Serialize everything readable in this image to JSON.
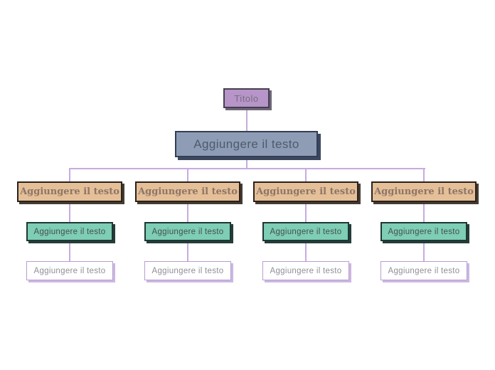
{
  "diagram": {
    "type": "org-chart",
    "root": {
      "label": "Titolo"
    },
    "level2": {
      "label": "Aggiungere il testo"
    },
    "branches": [
      {
        "l3": "Aggiungere il testo",
        "l4": "Aggiungere il testo",
        "l5": "Aggiungere il testo"
      },
      {
        "l3": "Aggiungere il testo",
        "l4": "Aggiungere il testo",
        "l5": "Aggiungere il testo"
      },
      {
        "l3": "Aggiungere il testo",
        "l4": "Aggiungere il testo",
        "l5": "Aggiungere il testo"
      },
      {
        "l3": "Aggiungere il testo",
        "l4": "Aggiungere il testo",
        "l5": "Aggiungere il testo"
      }
    ]
  },
  "colors": {
    "root-fill": "#b795c8",
    "root-border": "#453f50",
    "root-shadow": "#6e6678",
    "root-text": "#776d82",
    "l2-fill": "#8e9db5",
    "l2-border": "#333e53",
    "l2-shadow": "#3c4860",
    "l2-text": "#4e5a6d",
    "l3-fill": "#e4bf98",
    "l3-border": "#2b211b",
    "l3-shadow": "#443b33",
    "l3-text": "#8d7566",
    "l4-fill": "#7ecdb5",
    "l4-border": "#1d3833",
    "l4-shadow": "#273c38",
    "l4-text": "#44504d",
    "l5-fill": "#ffffff",
    "l5-border": "#b89dd4",
    "l5-shadow": "#cbb8e0",
    "l5-text": "#8f8f97",
    "connector": "#c7abdf"
  }
}
